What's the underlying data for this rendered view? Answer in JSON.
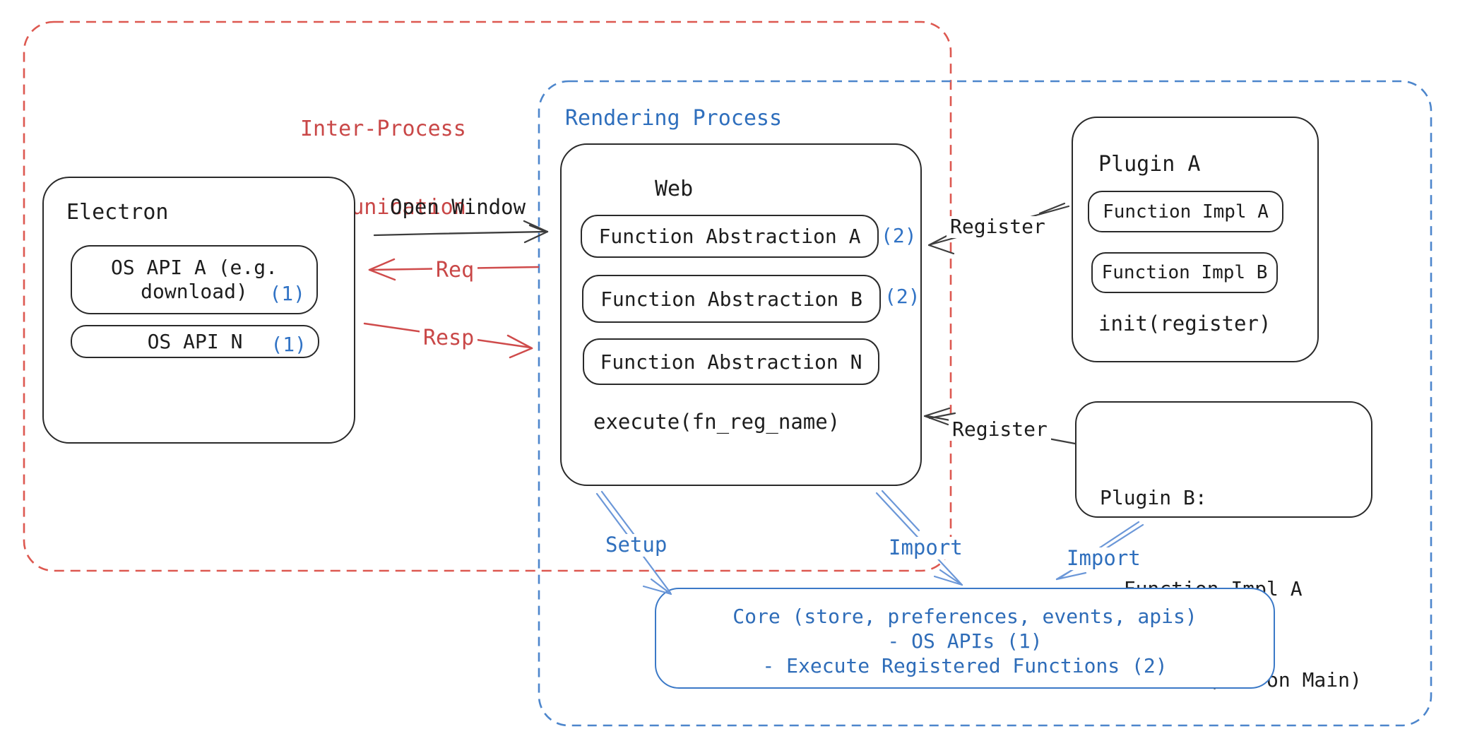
{
  "colors": {
    "ipc_red": "#dd5850",
    "rendering_blue": "#4d86cc",
    "text_red": "#c94747",
    "text_blue": "#2f6fbd",
    "badge_blue": "#3173c5",
    "stroke_black": "#2a2a2a",
    "arrow_blue": "#6b97d8"
  },
  "groups": {
    "ipc": {
      "label_line1": "Inter-Process",
      "label_line2": "Communication"
    },
    "rendering": {
      "label": "Rendering Process"
    }
  },
  "electron": {
    "title": "Electron",
    "api_a": {
      "text_line1": "OS API A (e.g.",
      "text_line2": "download)",
      "badge": "(1)"
    },
    "api_n": {
      "text": "OS API N",
      "badge": "(1)"
    }
  },
  "web": {
    "title": "Web",
    "abstractions": [
      {
        "label": "Function Abstraction A",
        "badge": "(2)"
      },
      {
        "label": "Function Abstraction B",
        "badge": "(2)"
      },
      {
        "label": "Function Abstraction N",
        "badge": ""
      }
    ],
    "execute_label": "execute(fn_reg_name)"
  },
  "plugin_a": {
    "title": "Plugin A",
    "impls": [
      "Function Impl A",
      "Function Impl B"
    ],
    "init_label": "init(register)"
  },
  "plugin_b": {
    "title": "Plugin B:",
    "items": [
      "- Function Impl A",
      "- Module (run on Main)"
    ]
  },
  "core": {
    "line1": "Core (store, preferences, events, apis)",
    "line2": "- OS APIs (1)",
    "line3": "- Execute Registered Functions (2)"
  },
  "arrows": {
    "open_window": {
      "label": "Open Window"
    },
    "req": {
      "label": "Req"
    },
    "resp": {
      "label": "Resp"
    },
    "register_plugin_a": {
      "label": "Register"
    },
    "register_plugin_b": {
      "label": "Register"
    },
    "setup": {
      "label": "Setup"
    },
    "import_web_core": {
      "label": "Import"
    },
    "import_plugin_b_core": {
      "label": "Import"
    }
  }
}
